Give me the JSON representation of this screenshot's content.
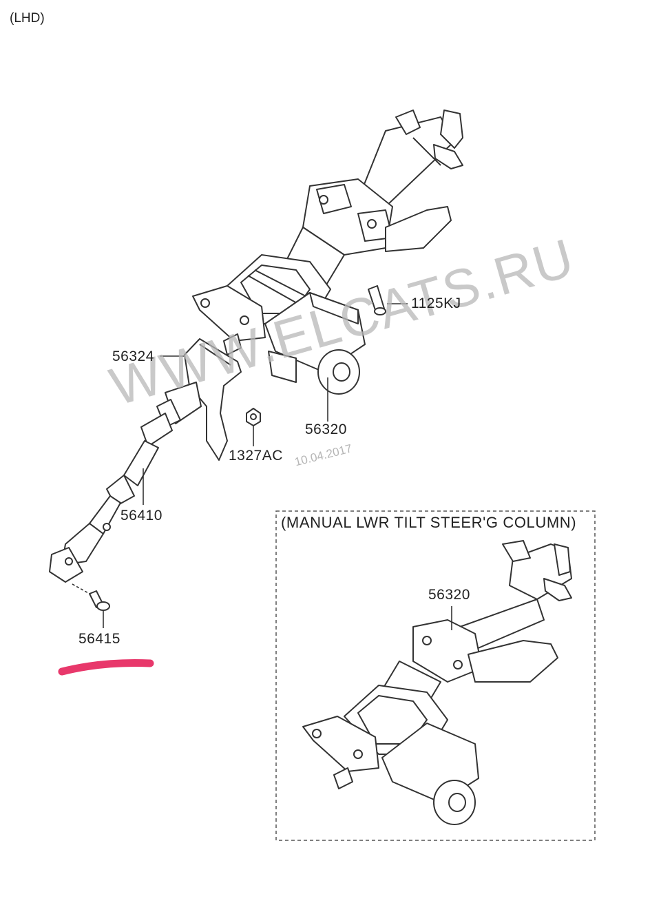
{
  "header": {
    "variant": "(LHD)"
  },
  "watermark": {
    "site": "WWW.ELCATS.RU",
    "date": "10.04.2017"
  },
  "callouts": {
    "p1125kj": "1125KJ",
    "p56324": "56324",
    "p56320": "56320",
    "p1327ac": "1327AC",
    "p56410": "56410",
    "p56415": "56415"
  },
  "inset": {
    "title": "(MANUAL LWR TILT STEER'G COLUMN)",
    "p56320": "56320"
  },
  "colors": {
    "highlight": "#e8386b",
    "line": "#333333",
    "watermark": "#b8b8b8"
  }
}
